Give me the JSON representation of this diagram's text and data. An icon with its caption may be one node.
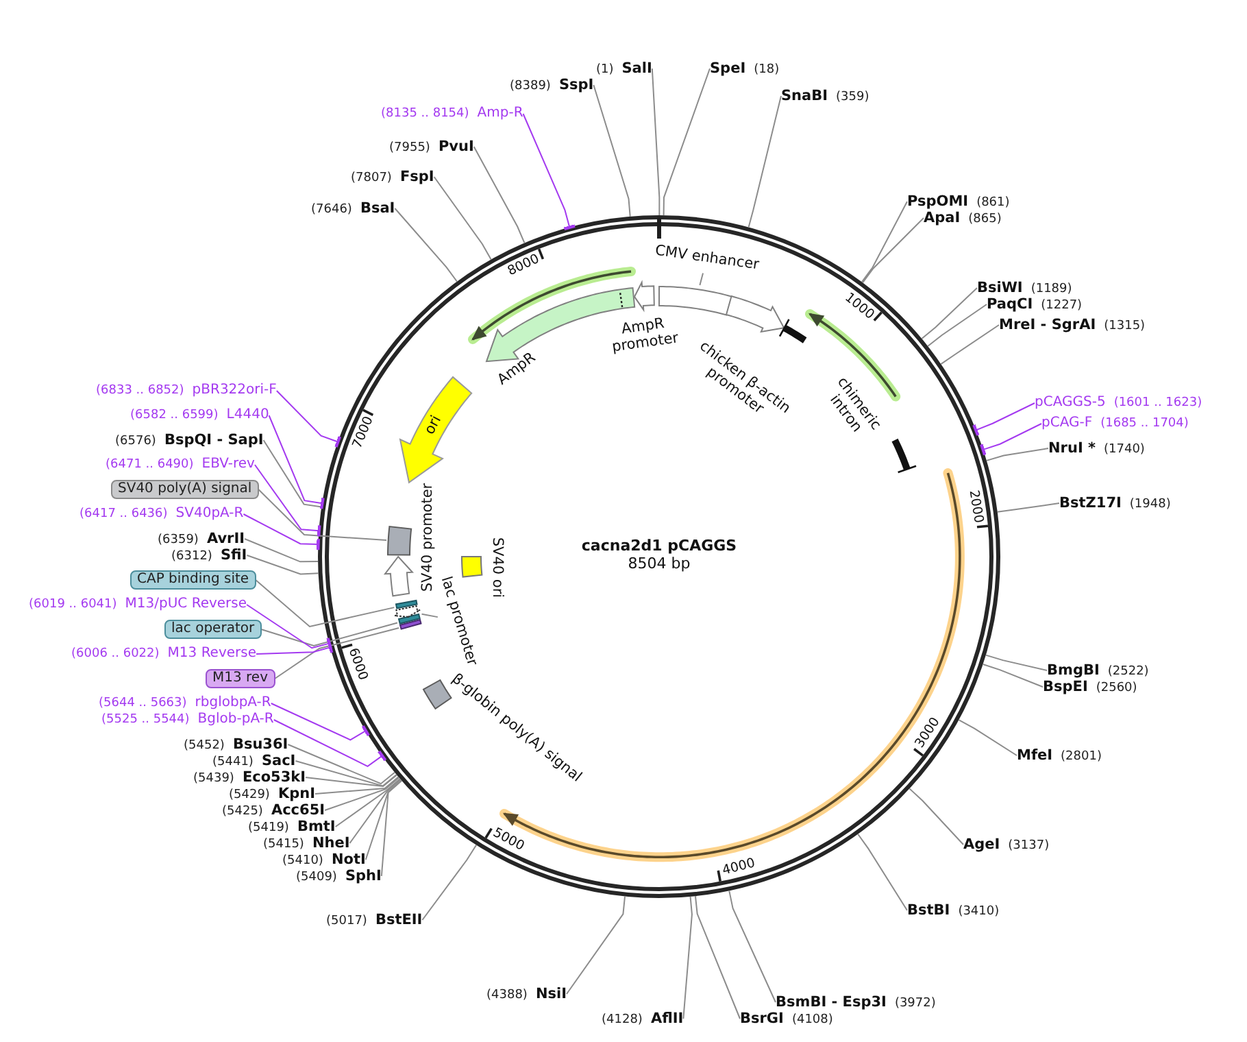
{
  "diagram": {
    "nodes": [
      {
        "text": [
          "cacna2d1 pCAGGS",
          "8504 bp"
        ]
      },
      {
        "text": [
          "CMV enhancer"
        ],
        "in": 0
      },
      {
        "text": [],
        "shape": "box",
        "in": 0
      },
      {
        "text": [
          "chicken β-actin promoter"
        ],
        "in": 0
      },
      {
        "text": [
          "chimeric intron"
        ],
        "in": 0
      },
      {
        "text": [
          "β-globin poly(A) signal"
        ],
        "in": 0
      },
      {
        "text": [],
        "shape": "bar",
        "in": 0
      },
      {
        "text": [],
        "shape": "bar",
        "in": 0
      },
      {
        "text": [],
        "shape": "arrow",
        "in": 0
      },
      {
        "text": [],
        "shape": "bar",
        "in": 0
      },
      {
        "text": [
          "lac promoter"
        ],
        "in": 0
      },
      {
        "text": [
          "SV40 promoter"
        ],
        "in": 0
      },
      {
        "text": [
          "SV40 ori"
        ],
        "in": 0
      },
      {
        "text": [],
        "shape": "box",
        "in": 0
      },
      {
        "text": [
          "ori"
        ],
        "in": 0
      },
      {
        "text": [
          "AmpR"
        ],
        "in": 0
      },
      {
        "text": [
          "AmpR promoter"
        ],
        "in": 0
      },
      {
        "text": [
          "(1)",
          "SalI"
        ]
      },
      {
        "text": [
          "SpeI",
          "(18)"
        ]
      },
      {
        "text": [
          "SnaBI",
          "(359)"
        ]
      },
      {
        "text": [
          "PspOMI",
          "(861)"
        ]
      },
      {
        "text": [
          "ApaI",
          "(865)"
        ]
      },
      {
        "text": [
          "BsiWI",
          "(1189)"
        ]
      },
      {
        "text": [
          "PaqCI",
          "(1227)"
        ]
      },
      {
        "text": [
          "MreI - SgrAI",
          "(1315)"
        ]
      },
      {
        "text": [
          "pCAGGS-5",
          "(1601 .. 1623)"
        ]
      },
      {
        "text": [
          "pCAG-F",
          "(1685 .. 1704)"
        ]
      },
      {
        "text": [
          "NruI *",
          "(1740)"
        ]
      },
      {
        "text": [
          "BstZ17I",
          "(1948)"
        ]
      },
      {
        "text": [
          "BmgBI",
          "(2522)"
        ]
      },
      {
        "text": [
          "BspEI",
          "(2560)"
        ]
      },
      {
        "text": [
          "MfeI",
          "(2801)"
        ]
      },
      {
        "text": [
          "AgeI",
          "(3137)"
        ]
      },
      {
        "text": [
          "BstBI",
          "(3410)"
        ]
      },
      {
        "text": [
          "BsmBI - Esp3I",
          "(3972)"
        ]
      },
      {
        "text": [
          "BsrGI",
          "(4108)"
        ]
      },
      {
        "text": [
          "(4128)",
          "AflII"
        ]
      },
      {
        "text": [
          "(4388)",
          "NsiI"
        ]
      },
      {
        "text": [
          "(5017)",
          "BstEII"
        ]
      },
      {
        "text": [
          "(5409)",
          "SphI"
        ]
      },
      {
        "text": [
          "(5410)",
          "NotI"
        ]
      },
      {
        "text": [
          "(5415)",
          "NheI"
        ]
      },
      {
        "text": [
          "(5419)",
          "BmtI"
        ]
      },
      {
        "text": [
          "(5425)",
          "Acc65I"
        ]
      },
      {
        "text": [
          "(5429)",
          "KpnI"
        ]
      },
      {
        "text": [
          "(5439)",
          "Eco53kI"
        ]
      },
      {
        "text": [
          "(5441)",
          "SacI"
        ]
      },
      {
        "text": [
          "(5452)",
          "Bsu36I"
        ]
      },
      {
        "text": [
          "(5525 .. 5544)",
          "Bglob-pA-R"
        ]
      },
      {
        "text": [
          "(5644 .. 5663)",
          "rbglobpA-R"
        ]
      },
      {
        "text": [
          "M13 rev"
        ]
      },
      {
        "text": [
          "(6006 .. 6022)",
          "M13 Reverse"
        ]
      },
      {
        "text": [
          "lac operator"
        ]
      },
      {
        "text": [
          "(6019 .. 6041)",
          "M13/pUC Reverse"
        ]
      },
      {
        "text": [
          "CAP binding site"
        ]
      },
      {
        "text": [
          "(6312)",
          "SfiI"
        ]
      },
      {
        "text": [
          "(6359)",
          "AvrII"
        ]
      },
      {
        "text": [
          "(6417 .. 6436)",
          "SV40pA-R"
        ]
      },
      {
        "text": [
          "SV40 poly(A) signal"
        ]
      },
      {
        "text": [
          "(6471 .. 6490)",
          "EBV-rev"
        ]
      },
      {
        "text": [
          "(6576)",
          "BspQI - SapI"
        ]
      },
      {
        "text": [
          "(6582 .. 6599)",
          "L4440"
        ]
      },
      {
        "text": [
          "(6833 .. 6852)",
          "pBR322ori-F"
        ]
      },
      {
        "text": [
          "(7646)",
          "BsaI"
        ]
      },
      {
        "text": [
          "(7807)",
          "FspI"
        ]
      },
      {
        "text": [
          "(7955)",
          "PvuI"
        ]
      },
      {
        "text": [
          "(8135 .. 8154)",
          "Amp-R"
        ]
      },
      {
        "text": [
          "(8389)",
          "SspI"
        ]
      }
    ],
    "edges": [
      {
        "from": 1,
        "to": 2,
        "arrow": "none"
      },
      {
        "from": 10,
        "to": 8,
        "arrow": "none"
      },
      {
        "from": 17,
        "to": 0,
        "arrow": "none"
      },
      {
        "from": 18,
        "to": 0,
        "arrow": "none"
      },
      {
        "from": 19,
        "to": 0,
        "arrow": "none"
      },
      {
        "from": 20,
        "to": 0,
        "arrow": "none"
      },
      {
        "from": 21,
        "to": 0,
        "arrow": "none"
      },
      {
        "from": 22,
        "to": 0,
        "arrow": "none"
      },
      {
        "from": 23,
        "to": 0,
        "arrow": "none"
      },
      {
        "from": 24,
        "to": 0,
        "arrow": "none"
      },
      {
        "from": 25,
        "to": 0,
        "arrow": "other",
        "color": "#a43af0"
      },
      {
        "from": 26,
        "to": 0,
        "arrow": "other",
        "color": "#a43af0"
      },
      {
        "from": 27,
        "to": 0,
        "arrow": "none"
      },
      {
        "from": 28,
        "to": 0,
        "arrow": "none"
      },
      {
        "from": 29,
        "to": 0,
        "arrow": "none"
      },
      {
        "from": 30,
        "to": 0,
        "arrow": "none"
      },
      {
        "from": 31,
        "to": 0,
        "arrow": "none"
      },
      {
        "from": 32,
        "to": 0,
        "arrow": "none"
      },
      {
        "from": 33,
        "to": 0,
        "arrow": "none"
      },
      {
        "from": 34,
        "to": 0,
        "arrow": "none"
      },
      {
        "from": 35,
        "to": 0,
        "arrow": "none"
      },
      {
        "from": 36,
        "to": 0,
        "arrow": "none"
      },
      {
        "from": 37,
        "to": 0,
        "arrow": "none"
      },
      {
        "from": 38,
        "to": 0,
        "arrow": "none"
      },
      {
        "from": 39,
        "to": 0,
        "arrow": "none"
      },
      {
        "from": 40,
        "to": 0,
        "arrow": "none"
      },
      {
        "from": 41,
        "to": 0,
        "arrow": "none"
      },
      {
        "from": 42,
        "to": 0,
        "arrow": "none"
      },
      {
        "from": 43,
        "to": 0,
        "arrow": "none"
      },
      {
        "from": 44,
        "to": 0,
        "arrow": "none"
      },
      {
        "from": 45,
        "to": 0,
        "arrow": "none"
      },
      {
        "from": 46,
        "to": 0,
        "arrow": "none"
      },
      {
        "from": 47,
        "to": 0,
        "arrow": "none"
      },
      {
        "from": 48,
        "to": 0,
        "arrow": "other",
        "color": "#a43af0"
      },
      {
        "from": 49,
        "to": 0,
        "arrow": "other",
        "color": "#a43af0"
      },
      {
        "from": 50,
        "to": 6,
        "arrow": "none"
      },
      {
        "from": 51,
        "to": 0,
        "arrow": "other",
        "color": "#a43af0"
      },
      {
        "from": 52,
        "to": 7,
        "arrow": "none"
      },
      {
        "from": 53,
        "to": 0,
        "arrow": "other",
        "color": "#a43af0"
      },
      {
        "from": 54,
        "to": 9,
        "arrow": "none"
      },
      {
        "from": 55,
        "to": 0,
        "arrow": "none"
      },
      {
        "from": 56,
        "to": 0,
        "arrow": "none"
      },
      {
        "from": 57,
        "to": 0,
        "arrow": "other",
        "color": "#a43af0"
      },
      {
        "from": 58,
        "to": 13,
        "arrow": "none"
      },
      {
        "from": 59,
        "to": 0,
        "arrow": "other",
        "color": "#a43af0"
      },
      {
        "from": 60,
        "to": 0,
        "arrow": "none"
      },
      {
        "from": 61,
        "to": 0,
        "arrow": "other",
        "color": "#a43af0"
      },
      {
        "from": 62,
        "to": 0,
        "arrow": "other",
        "color": "#a43af0"
      },
      {
        "from": 63,
        "to": 0,
        "arrow": "none"
      },
      {
        "from": 64,
        "to": 0,
        "arrow": "none"
      },
      {
        "from": 65,
        "to": 0,
        "arrow": "none"
      },
      {
        "from": 66,
        "to": 0,
        "arrow": "other",
        "color": "#a43af0"
      },
      {
        "from": 67,
        "to": 0,
        "arrow": "none"
      }
    ],
    "labels": [
      "1000",
      "2000",
      "3000",
      "4000",
      "5000",
      "6000",
      "7000",
      "8000"
    ]
  }
}
